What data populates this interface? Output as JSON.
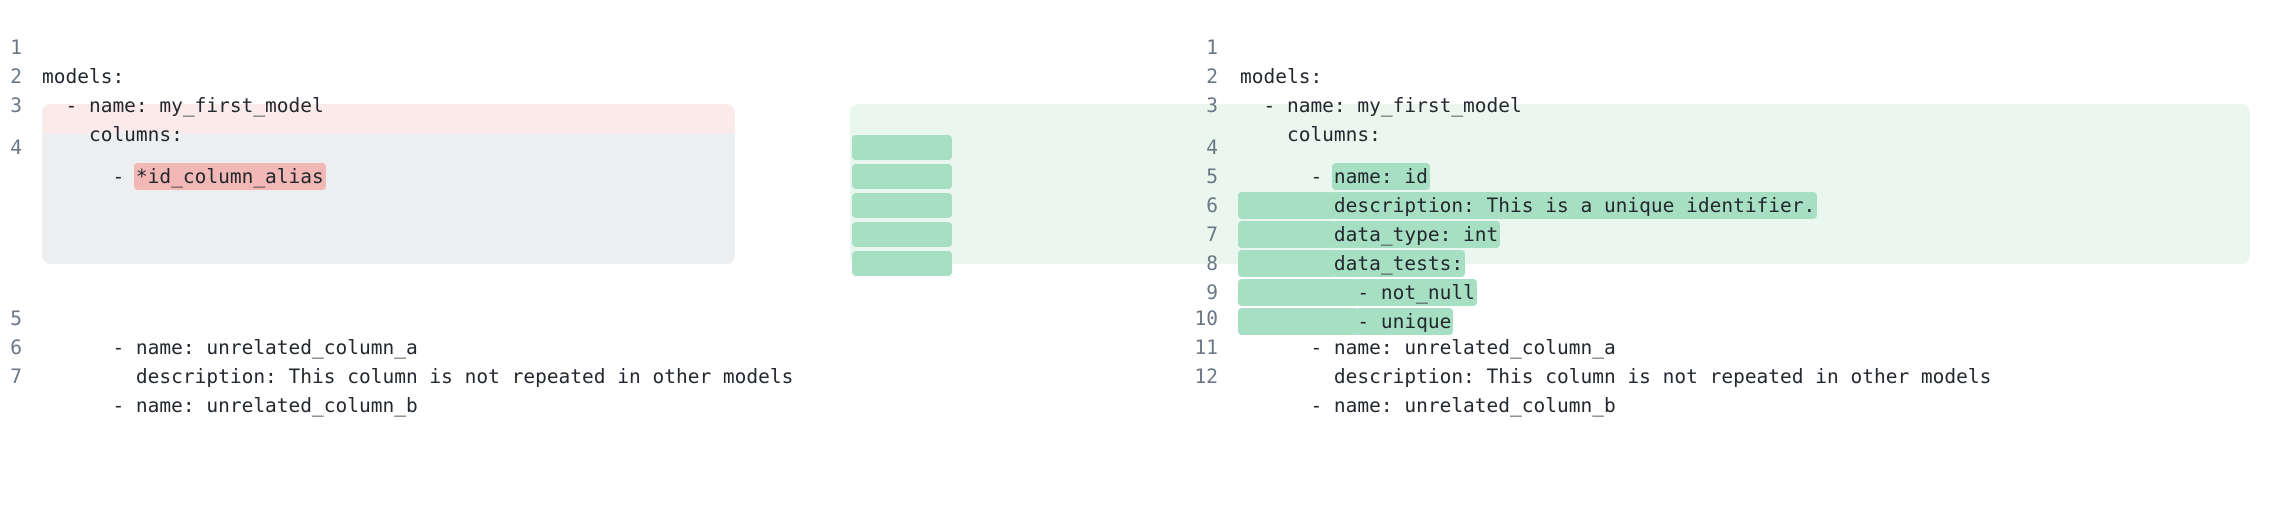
{
  "view": {
    "kind": "side-by-side-code-diff",
    "language": "yaml",
    "colors": {
      "page_background": "#ffffff",
      "text": "#23282e",
      "line_number": "#6b7785",
      "removed_line_band": "#fbeaea",
      "removed_inline": "#f2b8b5",
      "placeholder_block": "#eceef0",
      "added_line_band": "#e9f7ef",
      "added_inline": "#a7dfc3"
    }
  },
  "left_pane": {
    "name": "before",
    "lines": [
      {
        "number": "1",
        "segments": [
          {
            "text": "models:",
            "mark": "none"
          }
        ]
      },
      {
        "number": "2",
        "segments": [
          {
            "text": "  - name: my_first_model",
            "mark": "none"
          }
        ]
      },
      {
        "number": "3",
        "segments": [
          {
            "text": "    columns:",
            "mark": "none"
          }
        ]
      },
      {
        "number": "4",
        "segments": [
          {
            "text": "      - ",
            "mark": "none"
          },
          {
            "text": "*id_column_alias",
            "mark": "removed"
          }
        ]
      },
      {
        "number": "5",
        "segments": [
          {
            "text": "      - name: unrelated_column_a",
            "mark": "none"
          }
        ]
      },
      {
        "number": "6",
        "segments": [
          {
            "text": "        description: This column is not repeated in other models",
            "mark": "none"
          }
        ]
      },
      {
        "number": "7",
        "segments": [
          {
            "text": "      - name: unrelated_column_b",
            "mark": "none"
          }
        ]
      }
    ]
  },
  "right_pane": {
    "name": "after",
    "lines": [
      {
        "number": "1",
        "segments": [
          {
            "text": "models:",
            "mark": "none"
          }
        ]
      },
      {
        "number": "2",
        "segments": [
          {
            "text": "  - name: my_first_model",
            "mark": "none"
          }
        ]
      },
      {
        "number": "3",
        "segments": [
          {
            "text": "    columns:",
            "mark": "none"
          }
        ]
      },
      {
        "number": "4",
        "segments": [
          {
            "text": "      - ",
            "mark": "none"
          },
          {
            "text": "name: id",
            "mark": "added"
          }
        ]
      },
      {
        "number": "5",
        "segments": [
          {
            "text": "        ",
            "mark": "added-gutter"
          },
          {
            "text": "description: This is a unique identifier.",
            "mark": "added"
          }
        ]
      },
      {
        "number": "6",
        "segments": [
          {
            "text": "        ",
            "mark": "added-gutter"
          },
          {
            "text": "data_type: int",
            "mark": "added"
          }
        ]
      },
      {
        "number": "7",
        "segments": [
          {
            "text": "        ",
            "mark": "added-gutter"
          },
          {
            "text": "data_tests:",
            "mark": "added"
          }
        ]
      },
      {
        "number": "8",
        "segments": [
          {
            "text": "          ",
            "mark": "added-gutter"
          },
          {
            "text": "- not_null",
            "mark": "added"
          }
        ]
      },
      {
        "number": "9",
        "segments": [
          {
            "text": "          ",
            "mark": "added-gutter"
          },
          {
            "text": "- unique",
            "mark": "added"
          }
        ]
      },
      {
        "number": "10",
        "segments": [
          {
            "text": "      - name: unrelated_column_a",
            "mark": "none"
          }
        ]
      },
      {
        "number": "11",
        "segments": [
          {
            "text": "        description: This column is not repeated in other models",
            "mark": "none"
          }
        ]
      },
      {
        "number": "12",
        "segments": [
          {
            "text": "      - name: unrelated_column_b",
            "mark": "none"
          }
        ]
      }
    ]
  }
}
